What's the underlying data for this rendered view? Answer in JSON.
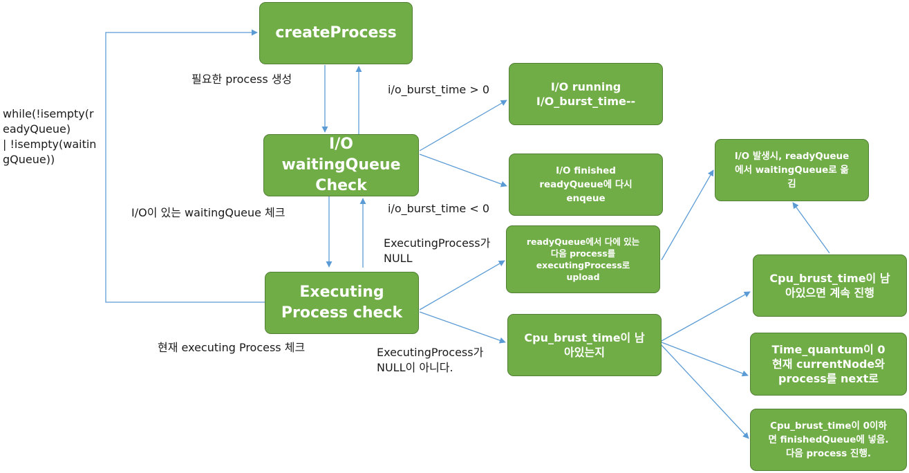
{
  "colors": {
    "box_fill": "#70ad47",
    "box_border": "#507e32",
    "box_text": "#ffffff",
    "arrow": "#5b9bd5",
    "label_text": "#1a1a1a"
  },
  "boxes": {
    "create_process": "createProcess",
    "waiting_check": [
      "I/O",
      "waitingQueue",
      "Check"
    ],
    "executing_check": [
      "Executing",
      "Process check"
    ],
    "io_running": [
      "I/O running",
      "I/O_burst_time--"
    ],
    "io_finished": [
      "I/O finished",
      "readyQueue에 다시",
      "enqeue"
    ],
    "upload_next": [
      "readyQueue에서 다에 있는",
      "다음 process를",
      "executingProcess로",
      "upload"
    ],
    "cpu_remaining": [
      "Cpu_brust_time이 남",
      "아있는지"
    ],
    "io_move": [
      "I/O 발생시, readyQueue",
      "에서 waitingQueue로 옮",
      "김"
    ],
    "continue_run": [
      "Cpu_brust_time이 남",
      "아있으면 계속 진행"
    ],
    "time_quantum": [
      "Time_quantum이 0",
      "현재 currentNode와",
      "process를 next로"
    ],
    "finished": [
      "Cpu_brust_time이 0이하",
      "면 finishedQueue에 넣음.",
      "다음 process 진행."
    ]
  },
  "labels": {
    "create_needed": "필요한 process 생성",
    "loop_condition": [
      "while(!isempty(r",
      "eadyQueue)",
      "| !isempty(waitin",
      "gQueue))"
    ],
    "io_gt": "i/o_burst_time > 0",
    "io_lt": "i/o_burst_time < 0",
    "io_check": "I/O이 있는 waitingQueue 체크",
    "exec_null": [
      "ExecutingProcess가",
      "NULL"
    ],
    "exec_not_null": [
      "ExecutingProcess가",
      "NULL이 아니다."
    ],
    "current_exec": "현재 executing Process 체크"
  }
}
